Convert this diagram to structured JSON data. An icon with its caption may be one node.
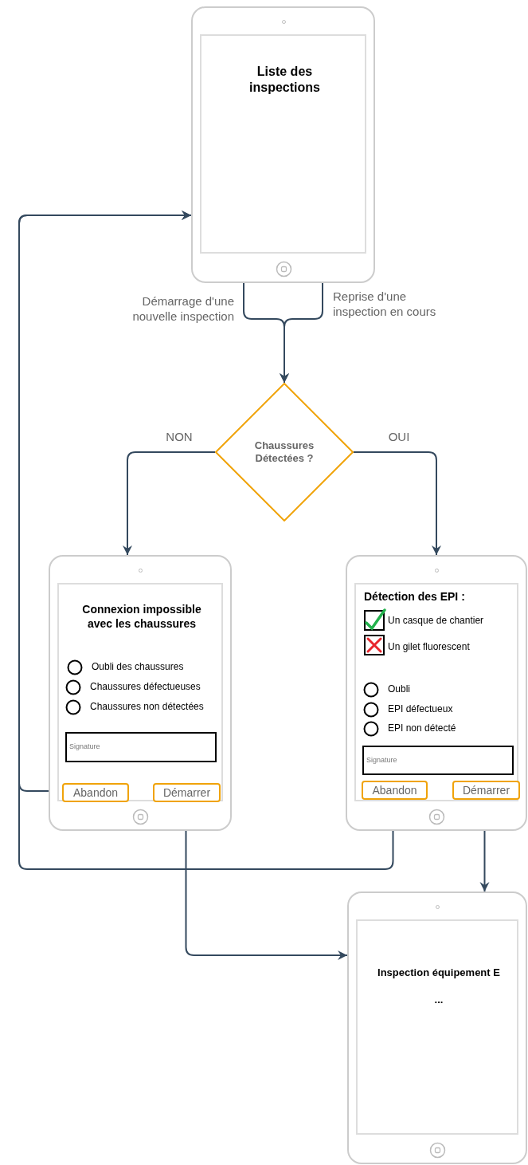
{
  "diagram": {
    "nodes": [
      {
        "text": [
          "Liste des inspections"
        ]
      },
      {
        "text": [
          "Chaussures Détectées ?"
        ]
      },
      {
        "text": [
          "Connexion impossible avec les chaussures",
          "Oubli des chaussures",
          "Chaussures défectueuses",
          "Chaussures non détectées"
        ]
      },
      {
        "text": [
          "Signature"
        ],
        "in": 2
      },
      {
        "text": [
          "Abandon"
        ],
        "in": 2
      },
      {
        "text": [
          "Démarrer"
        ],
        "in": 2
      },
      {
        "text": [
          "Détection des EPI :",
          "Un casque de chantier",
          "Un gilet fluorescent",
          "Oubli",
          "EPI défectueux",
          "EPI non détecté"
        ]
      },
      {
        "text": [
          "Signature"
        ],
        "in": 6
      },
      {
        "text": [
          "Abandon"
        ],
        "in": 6
      },
      {
        "text": [
          "Démarrer"
        ],
        "in": 6
      },
      {
        "text": [
          "Inspection équipement E",
          "..."
        ]
      }
    ],
    "edges": [
      {
        "from": 0,
        "to": 1,
        "arrow": "to",
        "label": "Démarrage d'une nouvelle inspection"
      },
      {
        "from": 0,
        "to": 1,
        "arrow": "to",
        "label": "Reprise d'une inspection en cours"
      },
      {
        "from": 1,
        "to": 2,
        "arrow": "to",
        "label": "NON"
      },
      {
        "from": 1,
        "to": 6,
        "arrow": "to",
        "label": "OUI"
      },
      {
        "from": 4,
        "to": 0,
        "arrow": "to"
      },
      {
        "from": 8,
        "to": 0,
        "arrow": "to"
      },
      {
        "from": 5,
        "to": 10,
        "arrow": "to"
      },
      {
        "from": 9,
        "to": 10,
        "arrow": "to"
      }
    ]
  }
}
